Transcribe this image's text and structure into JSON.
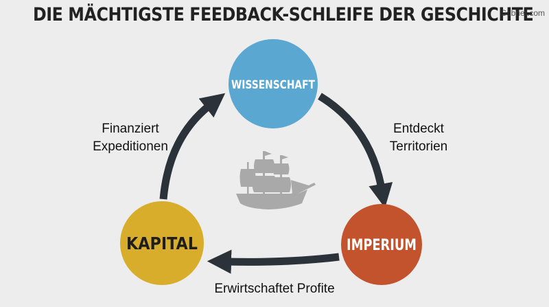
{
  "title": "DIE MÄCHTIGSTE FEEDBACK-SCHLEIFE DER GESCHICHTE",
  "watermark": "Sobrief.com",
  "nodes": {
    "wissenschaft": {
      "label": "WISSENSCHAFT",
      "color": "#5aa7d2",
      "text_color": "#ffffff"
    },
    "imperium": {
      "label": "IMPERIUM",
      "color": "#c3532d",
      "text_color": "#ffffff"
    },
    "kapital": {
      "label": "KAPITAL",
      "color": "#d9ad2c",
      "text_color": "#1e1e1e"
    }
  },
  "edges": {
    "wissenschaft_to_imperium": {
      "line1": "Entdeckt",
      "line2": "Territorien"
    },
    "imperium_to_kapital": {
      "line1": "Erwirtschaftet Profite"
    },
    "kapital_to_wissenschaft": {
      "line1": "Finanziert",
      "line2": "Expeditionen"
    }
  },
  "arrow_color": "#2b323a",
  "icon": {
    "name": "sailing-ship-icon",
    "color": "#a9a9a9"
  }
}
